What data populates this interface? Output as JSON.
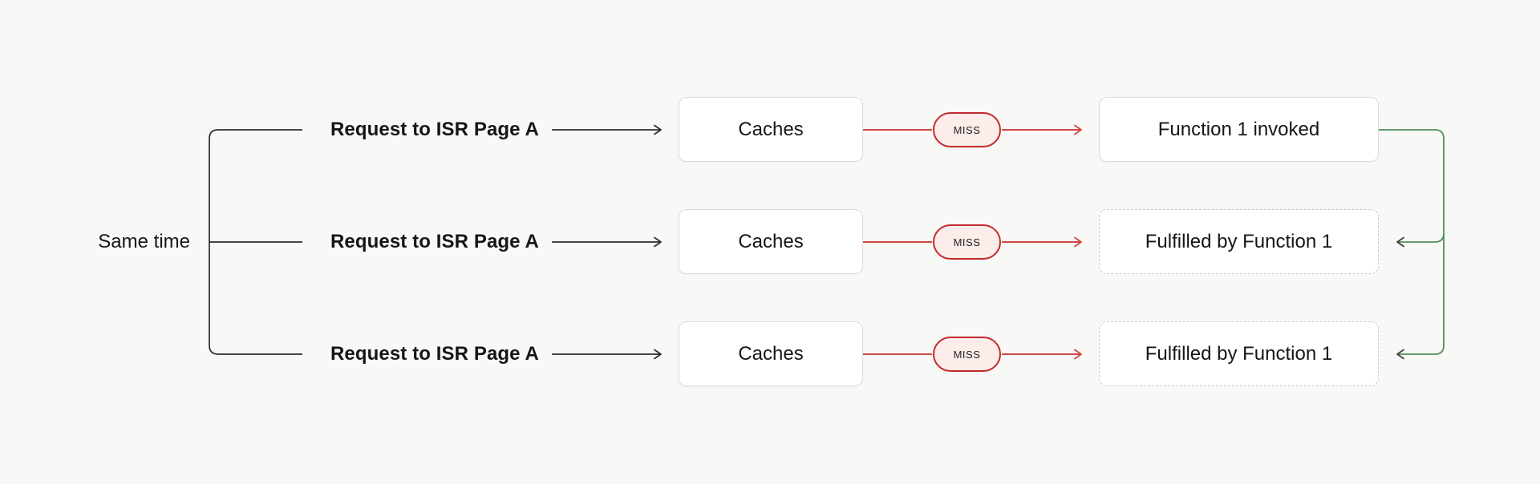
{
  "diagram": {
    "group_label": "Same time",
    "rows": [
      {
        "request": "Request to ISR Page A",
        "cache": "Caches",
        "status": "MISS",
        "result": "Function 1 invoked",
        "result_variant": "solid"
      },
      {
        "request": "Request to ISR Page A",
        "cache": "Caches",
        "status": "MISS",
        "result": "Fulfilled by Function 1",
        "result_variant": "dashed"
      },
      {
        "request": "Request to ISR Page A",
        "cache": "Caches",
        "status": "MISS",
        "result": "Fulfilled by Function 1",
        "result_variant": "dashed"
      }
    ],
    "colors": {
      "background": "#f8f8f6",
      "text": "#161616",
      "connector_dark": "#2e2e2e",
      "red_line": "#d04743",
      "miss_border": "#c22a2e",
      "miss_fill": "#fcecea",
      "miss_text": "#1f1f1f",
      "green_line": "#4e9156",
      "green_arrowhead": "#3c3c3c",
      "solid_box_border": "#dcdcdc",
      "dashed_box_border": "#c9c9c9",
      "box_fill": "#ffffff"
    }
  }
}
